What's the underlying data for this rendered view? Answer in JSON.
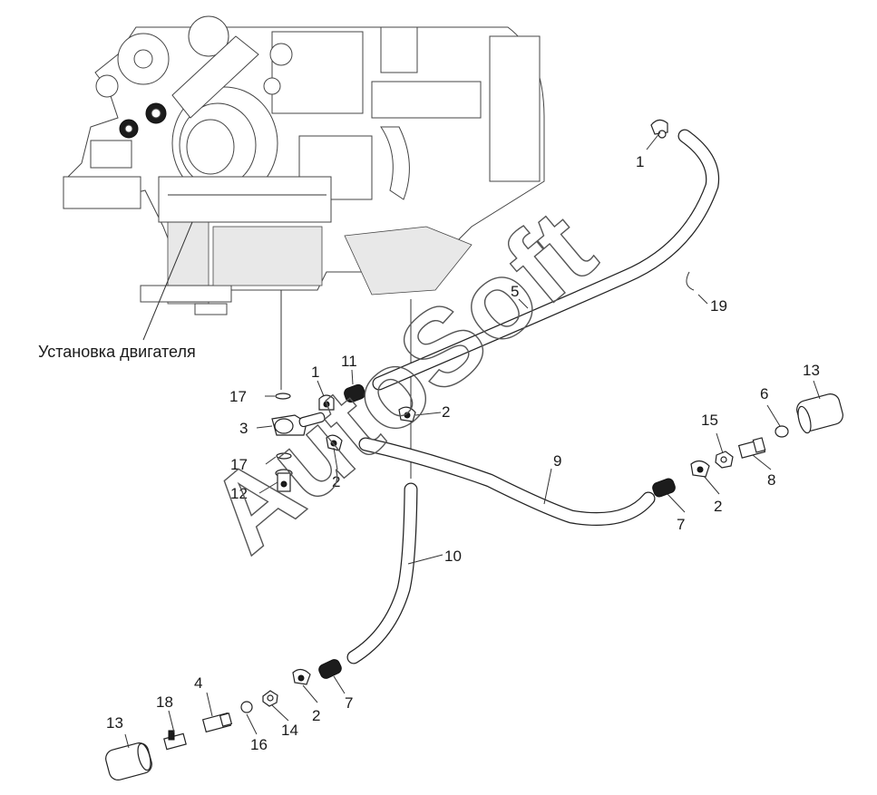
{
  "caption": "Установка двигателя",
  "watermark": "AutoSoft",
  "callouts": {
    "c1a": "1",
    "c1b": "1",
    "c2a": "2",
    "c2b": "2",
    "c2c": "2",
    "c2d": "2",
    "c3": "3",
    "c4": "4",
    "c5": "5",
    "c6": "6",
    "c7a": "7",
    "c7b": "7",
    "c8": "8",
    "c9": "9",
    "c10": "10",
    "c11": "11",
    "c12": "12",
    "c13a": "13",
    "c13b": "13",
    "c14": "14",
    "c15": "15",
    "c16": "16",
    "c17a": "17",
    "c17b": "17",
    "c18": "18",
    "c19": "19"
  }
}
